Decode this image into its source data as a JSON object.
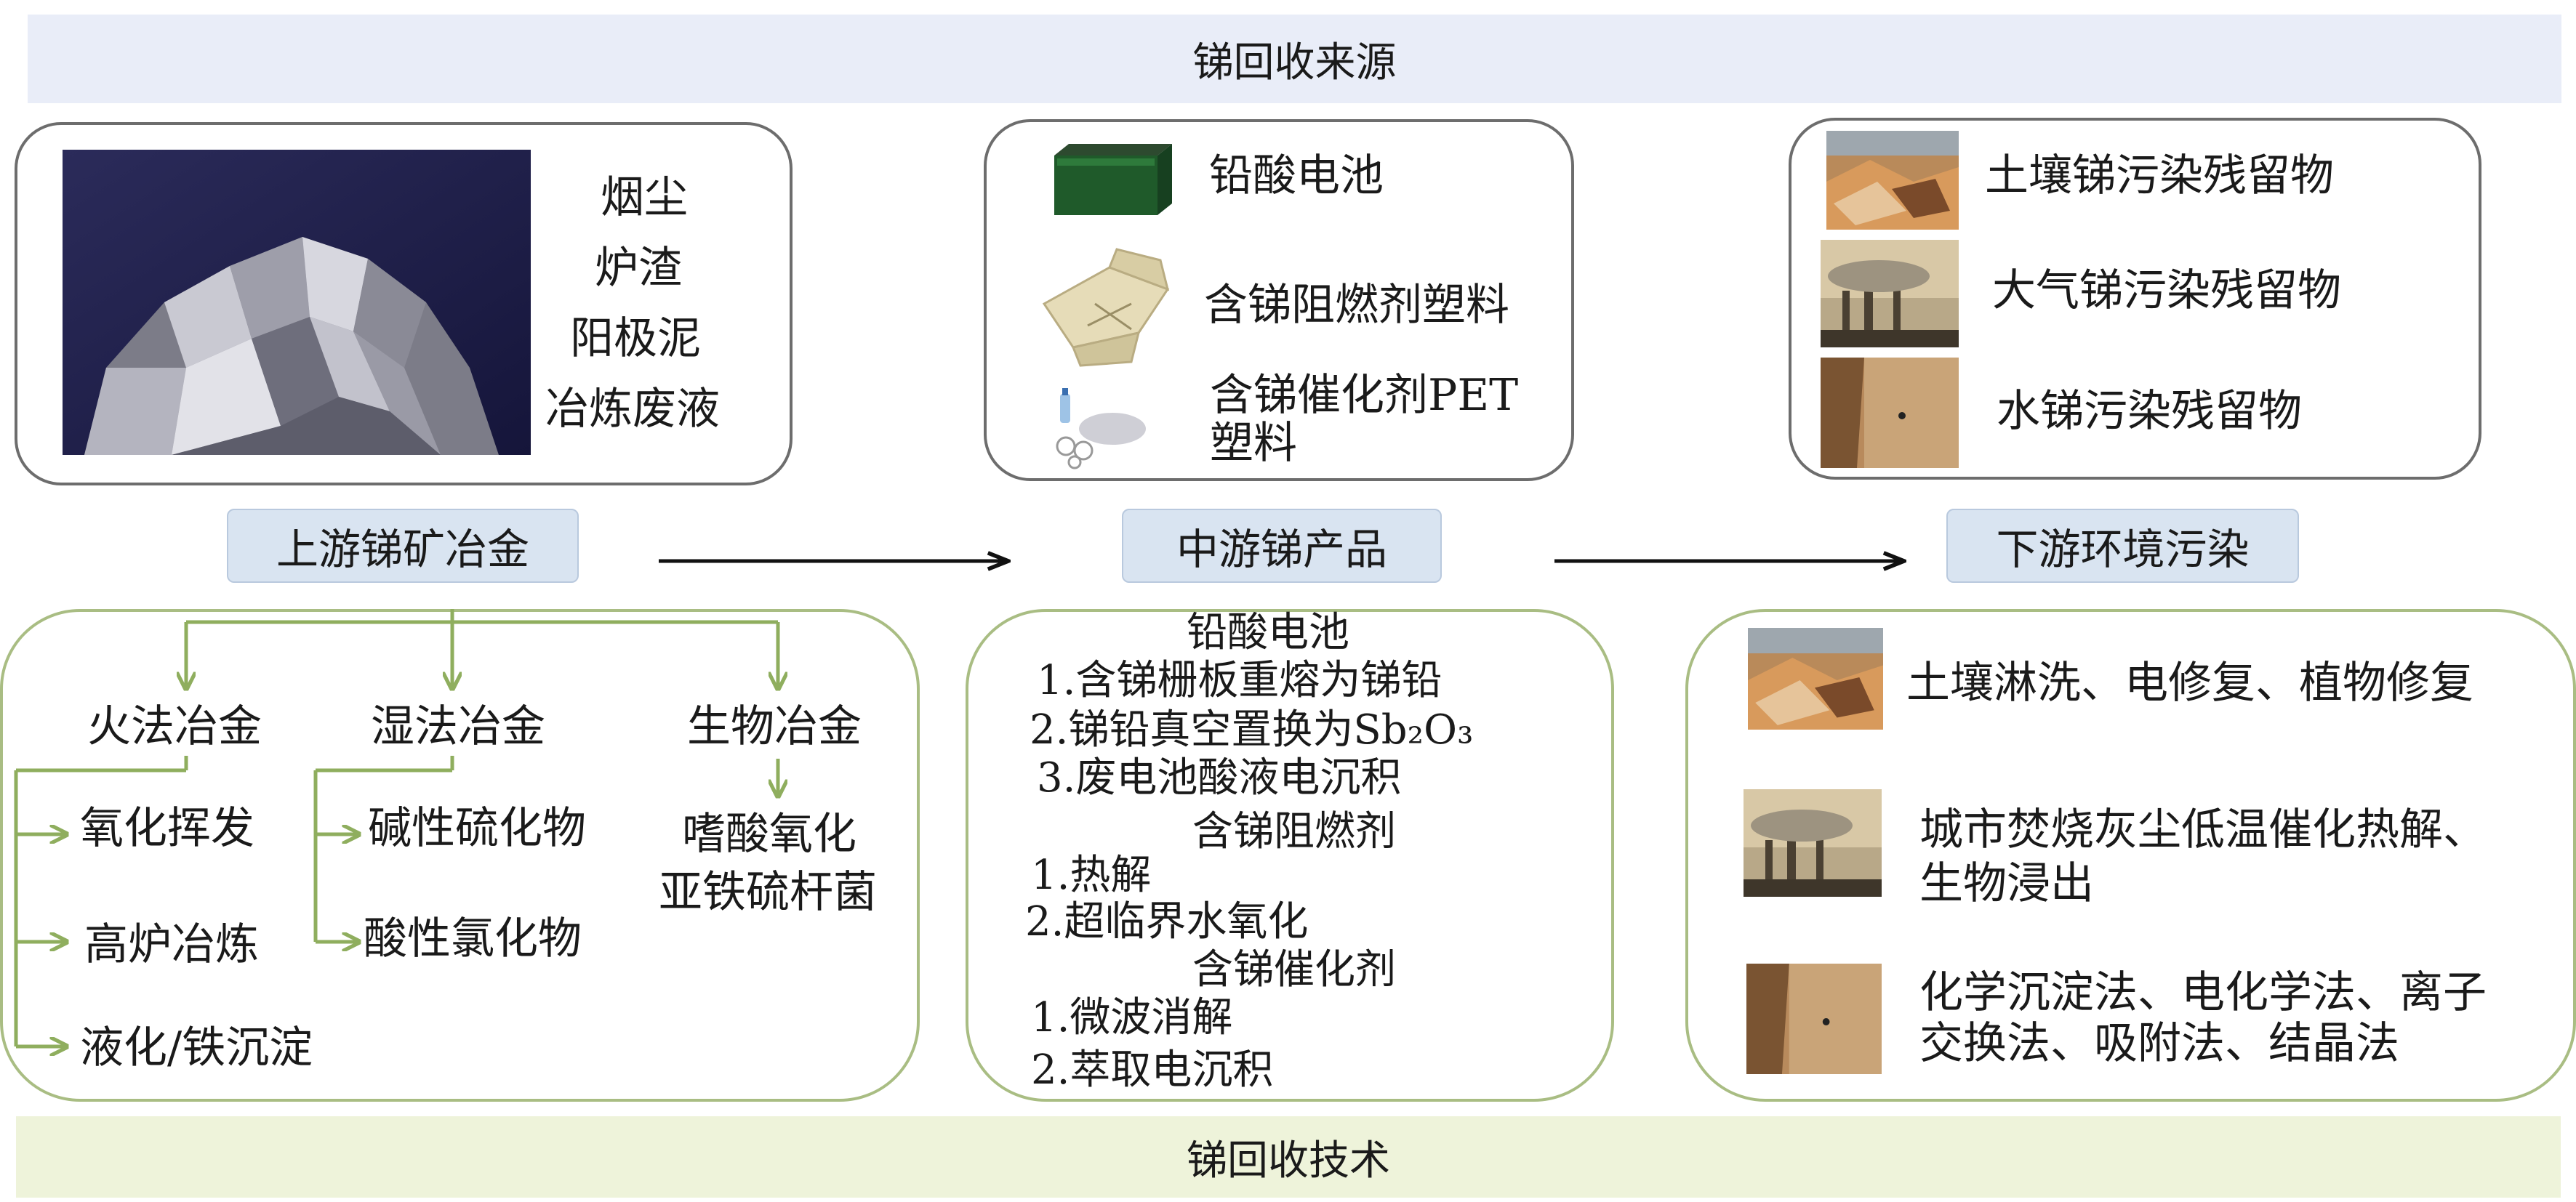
{
  "title_top": "锑回收来源",
  "title_bottom": "锑回收技术",
  "stages": {
    "upstream": "上游锑矿冶金",
    "midstream": "中游锑产品",
    "downstream": "下游环境污染"
  },
  "upstream_sources": [
    "烟尘",
    "炉渣",
    "阳极泥",
    "冶炼废液"
  ],
  "midstream_sources": {
    "battery": "铅酸电池",
    "flame": "含锑阻燃剂塑料",
    "pet_line1": "含锑催化剂PET",
    "pet_line2": "塑料"
  },
  "downstream_sources": {
    "soil": "土壤锑污染残留物",
    "air": "大气锑污染残留物",
    "water": "水锑污染残留物"
  },
  "upstream_tech": {
    "pyro": "火法冶金",
    "hydro": "湿法冶金",
    "bio": "生物冶金",
    "pyro_items": [
      "氧化挥发",
      "高炉冶炼",
      "液化/铁沉淀"
    ],
    "hydro_items": [
      "碱性硫化物",
      "酸性氯化物"
    ],
    "bio_items": [
      "嗜酸氧化",
      "亚铁硫杆菌"
    ]
  },
  "midstream_tech": {
    "battery_title": "铅酸电池",
    "battery_items": [
      "1.含锑栅板重熔为锑铅",
      "2.锑铅真空置换为Sb₂O₃",
      "3.废电池酸液电沉积"
    ],
    "flame_title": "含锑阻燃剂",
    "flame_items": [
      "1.热解",
      "2.超临界水氧化"
    ],
    "catalyst_title": "含锑催化剂",
    "catalyst_items": [
      "1.微波消解",
      "2.萃取电沉积"
    ]
  },
  "downstream_tech": {
    "soil": "土壤淋洗、电修复、植物修复",
    "air_line1": "城市焚烧灰尘低温催化热解、",
    "air_line2": "生物浸出",
    "water_line1": "化学沉淀法、电化学法、离子",
    "water_line2": "交换法、吸附法、结晶法"
  },
  "colors": {
    "top_banner": "#e9edf8",
    "bottom_banner": "#eef3da",
    "stage_fill": "#d9e4f1",
    "source_border": "#6d6d6d",
    "tech_border": "#a9bd83",
    "tech_arrow": "#8fae5e",
    "flow_arrow": "#111111"
  }
}
